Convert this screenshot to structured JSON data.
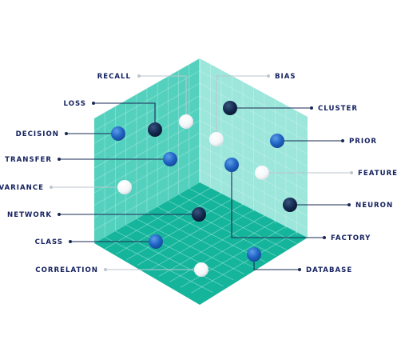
{
  "colors": {
    "label_text": "#13205e",
    "grid_line": "#e4fbf7",
    "floor": "#15b59c",
    "left_wall": "#45cdb8",
    "right_wall": "#8fe3d6",
    "white_dot": "#ffffff",
    "navy_dot": "#0f2346",
    "blue_dot": "#1c5fbd",
    "white_leader": "#bcc6cf",
    "dark_leader": "#1a2a55"
  },
  "labels": {
    "recall": "RECALL",
    "bias": "BIAS",
    "loss": "LOSS",
    "cluster": "CLUSTER",
    "decision": "DECISION",
    "prior": "PRIOR",
    "transfer": "TRANSFER",
    "feature": "FEATURE",
    "variance": "VARIANCE",
    "neuron": "NEURON",
    "network": "NETWORK",
    "factory": "FACTORY",
    "class": "CLASS",
    "correlation": "CORRELATION",
    "database": "DATABASE"
  },
  "nodes": [
    {
      "term": "recall",
      "style": "white"
    },
    {
      "term": "bias",
      "style": "white"
    },
    {
      "term": "loss",
      "style": "navy"
    },
    {
      "term": "cluster",
      "style": "navy"
    },
    {
      "term": "decision",
      "style": "blue"
    },
    {
      "term": "prior",
      "style": "blue"
    },
    {
      "term": "transfer",
      "style": "blue"
    },
    {
      "term": "feature",
      "style": "white"
    },
    {
      "term": "variance",
      "style": "white"
    },
    {
      "term": "neuron",
      "style": "navy"
    },
    {
      "term": "network",
      "style": "navy"
    },
    {
      "term": "factory",
      "style": "blue"
    },
    {
      "term": "class",
      "style": "blue"
    },
    {
      "term": "correlation",
      "style": "white"
    },
    {
      "term": "database",
      "style": "blue"
    }
  ]
}
